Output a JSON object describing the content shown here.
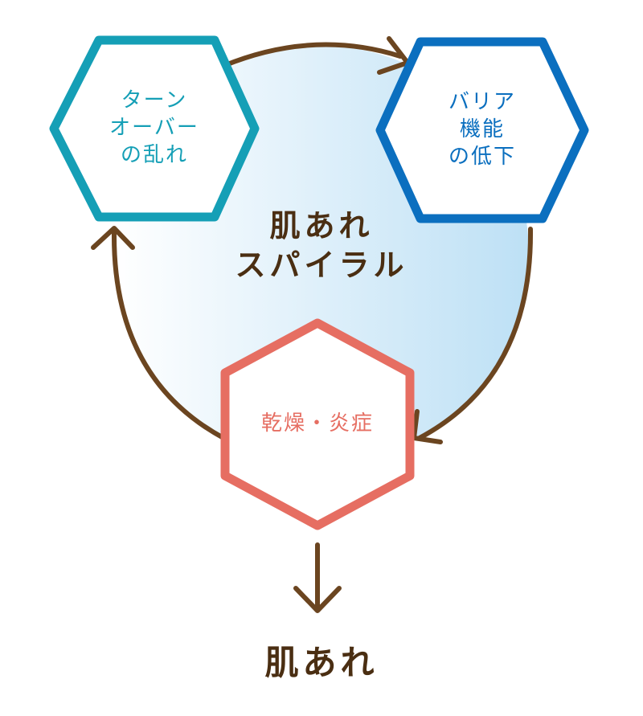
{
  "diagram": {
    "center": {
      "lines": [
        "肌あれ",
        "スパイラル"
      ]
    },
    "nodes": [
      {
        "id": "turnover",
        "lines": [
          "ターン",
          "オーバー",
          "の乱れ"
        ],
        "color": "#159fb6"
      },
      {
        "id": "barrier",
        "lines": [
          "バリア",
          "機能",
          "の低下"
        ],
        "color": "#0b6fbf"
      },
      {
        "id": "dryness",
        "lines": [
          "乾燥・炎症"
        ],
        "color": "#e66e62"
      }
    ],
    "result": "肌あれ",
    "colors": {
      "arrow": "#6b4520",
      "circle_fill_start": "#ffffff",
      "circle_fill_end": "#bde0f5",
      "text_dark": "#4a2e12"
    }
  }
}
